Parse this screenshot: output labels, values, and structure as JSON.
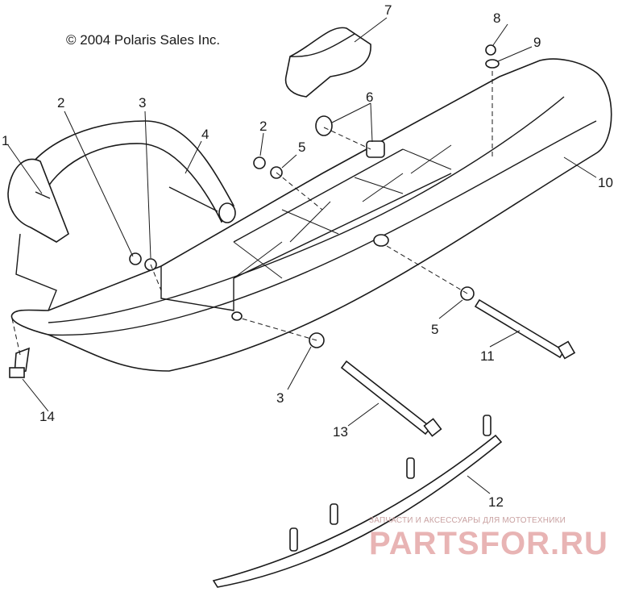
{
  "copyright": "© 2004 Polaris Sales Inc.",
  "callouts": {
    "c1": "1",
    "c2a": "2",
    "c2b": "2",
    "c3a": "3",
    "c3b": "3",
    "c4": "4",
    "c5a": "5",
    "c5b": "5",
    "c6": "6",
    "c7": "7",
    "c8": "8",
    "c9": "9",
    "c10": "10",
    "c11": "11",
    "c12": "12",
    "c13": "13",
    "c14": "14"
  },
  "watermark": {
    "tagline": "ЗАПЧАСТИ И АКСЕССУАРЫ ДЛЯ МОТОТЕХНИКИ",
    "brand": "PARTSFOR.RU"
  },
  "colors": {
    "line": "#1a1a1a",
    "watermark": "#e8b4b4"
  }
}
